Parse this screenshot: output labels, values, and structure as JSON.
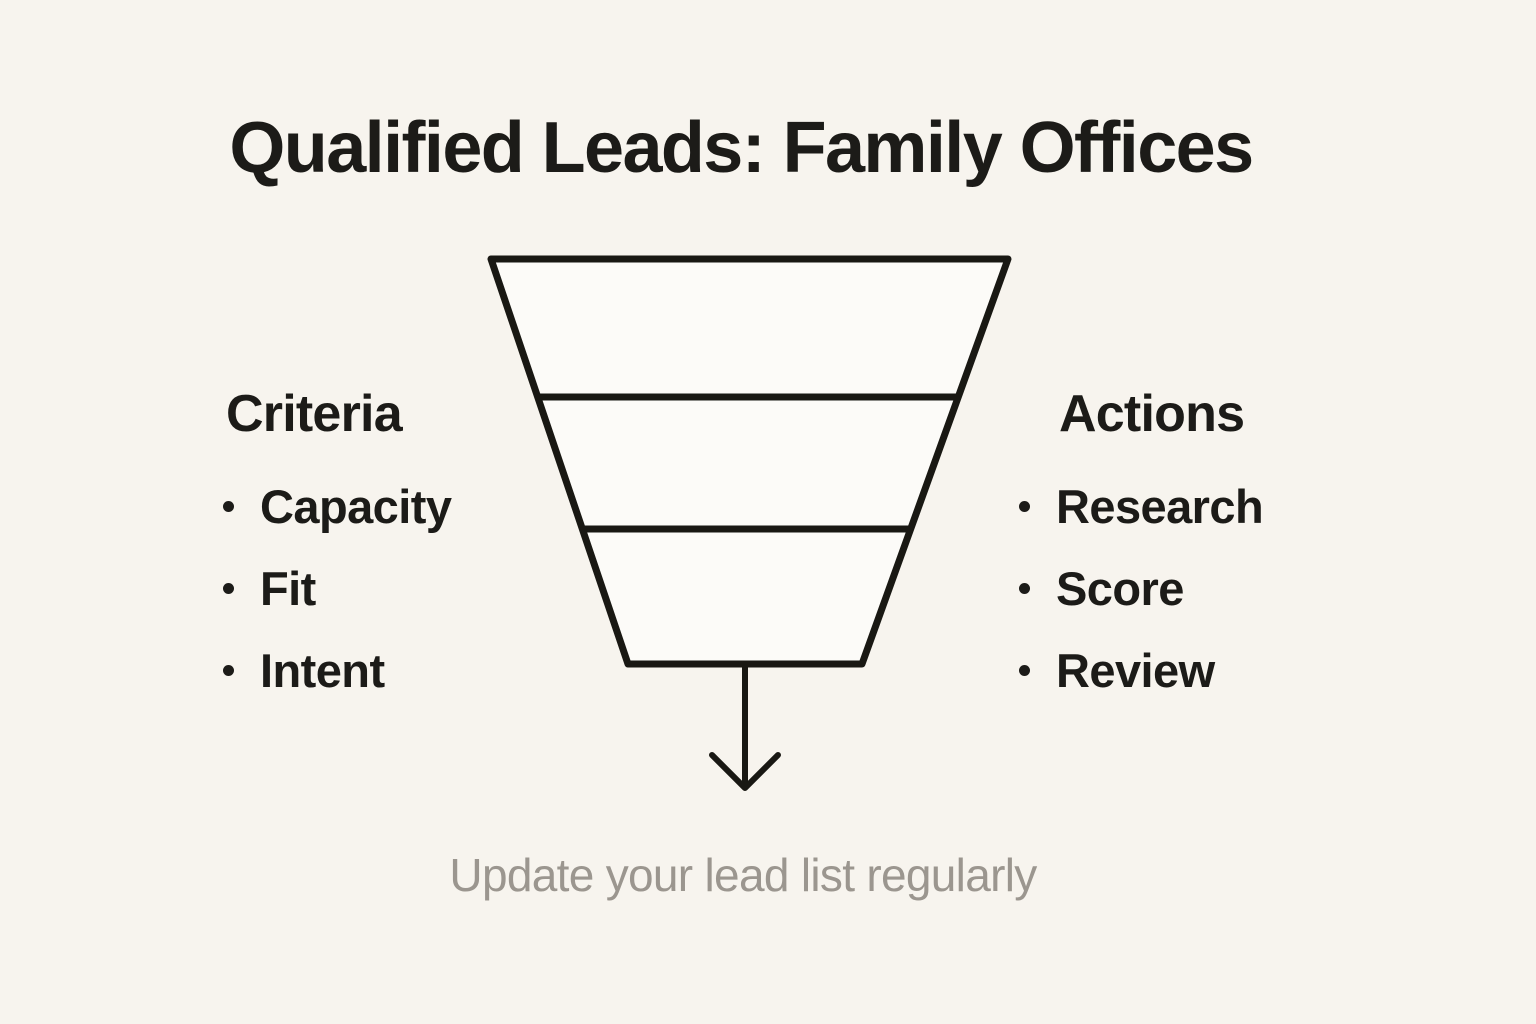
{
  "title": "Qualified Leads: Family Offices",
  "criteria": {
    "heading": "Criteria",
    "items": [
      "Capacity",
      "Fit",
      "Intent"
    ]
  },
  "actions": {
    "heading": "Actions",
    "items": [
      "Research",
      "Score",
      "Review"
    ]
  },
  "footer": {
    "note": "Update your lead list regularly"
  },
  "funnel": {
    "type": "inverted-funnel",
    "segments": 3,
    "arrow_direction": "down"
  },
  "colors": {
    "background": "#f7f4ee",
    "funnel_fill": "#fcfbf8",
    "line": "#191813",
    "text": "#1c1b18",
    "muted_text": "#9b968f"
  }
}
